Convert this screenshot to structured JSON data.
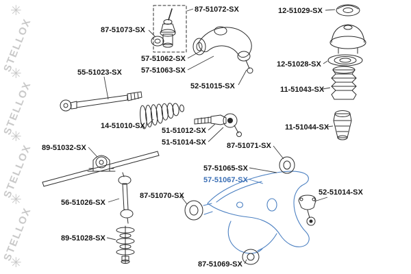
{
  "watermark": {
    "text": "STELLOX",
    "star": "✳"
  },
  "colors": {
    "line": "#2b2b2b",
    "highlight": "#4a7fc1",
    "watermark": "#c9c9c9"
  },
  "labels": {
    "p87_51072": "87-51072-SX",
    "p87_51073": "87-51073-SX",
    "p12_51029": "12-51029-SX",
    "p57_51062": "57-51062-SX",
    "p57_51063": "57-51063-SX",
    "p12_51028": "12-51028-SX",
    "p52_51015": "52-51015-SX",
    "p11_51043": "11-51043-SX",
    "p55_51023": "55-51023-SX",
    "p14_51010": "14-51010-SX",
    "p11_51044": "11-51044-SX",
    "p51_51012": "51-51012-SX",
    "p51_51014": "51-51014-SX",
    "p87_51071": "87-51071-SX",
    "p89_51032": "89-51032-SX",
    "p57_51065": "57-51065-SX",
    "p57_51067": "57-51067-SX",
    "p52_51014": "52-51014-SX",
    "p56_51026": "56-51026-SX",
    "p87_51070": "87-51070-SX",
    "p89_51028": "89-51028-SX",
    "p87_51069": "87-51069-SX"
  }
}
